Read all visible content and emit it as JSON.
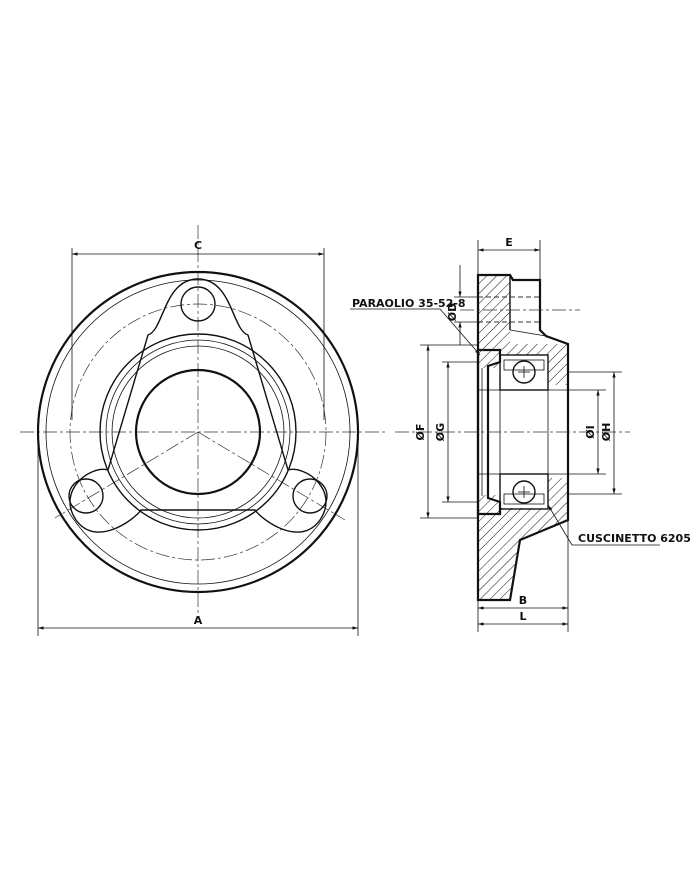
{
  "dimensions": {
    "A": "A",
    "B": "B",
    "C": "C",
    "D": "ØD",
    "E": "E",
    "F": "ØF",
    "G": "ØG",
    "H": "ØH",
    "I": "ØI",
    "L": "L"
  },
  "callouts": {
    "seal": "PARAOLIO 35-52-8",
    "bearing": "CUSCINETTO 6205"
  }
}
